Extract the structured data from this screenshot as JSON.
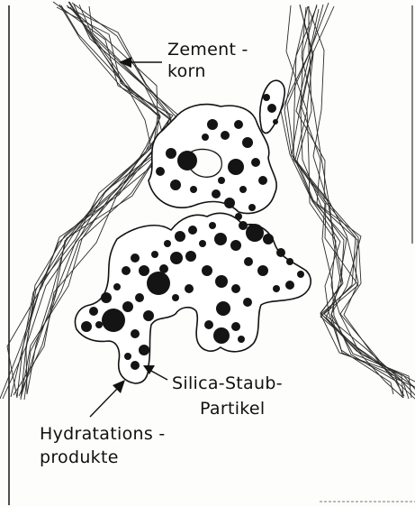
{
  "labels": {
    "zement_line1": "Zement -",
    "zement_line2": "korn",
    "silica_line1": "Silica-Staub-",
    "silica_line2": "Partikel",
    "hydra_line1": "Hydratations -",
    "hydra_line2": "produkte"
  }
}
